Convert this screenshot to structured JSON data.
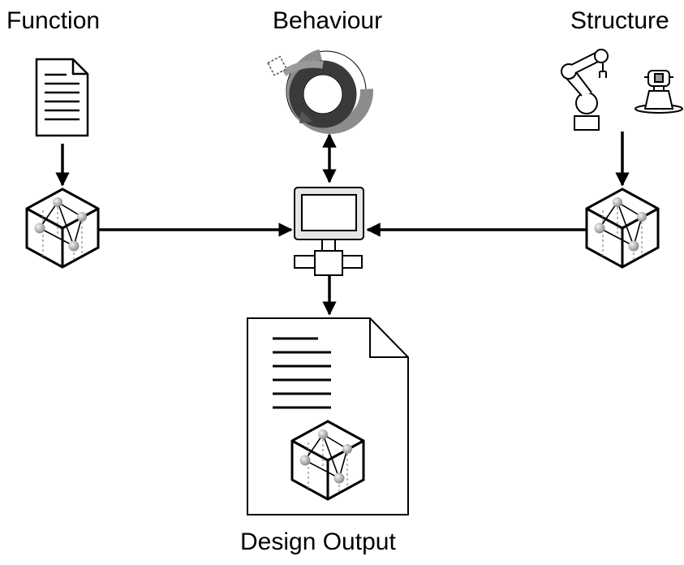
{
  "labels": {
    "function": "Function",
    "behaviour": "Behaviour",
    "structure": "Structure",
    "design_output": "Design Output"
  },
  "icons": [
    "document-icon",
    "cycle-arrows-icon",
    "robot-arm-icon",
    "camera-device-icon",
    "knowledge-cube-icon",
    "computer-icon",
    "design-output-document-icon"
  ],
  "colors": {
    "stroke": "#000000",
    "cycle_dark": "#3a3a3a",
    "cycle_mid": "#8c8c8c",
    "monitor_fill": "#e6e6e6",
    "node_fill": "#b8b8b8"
  }
}
